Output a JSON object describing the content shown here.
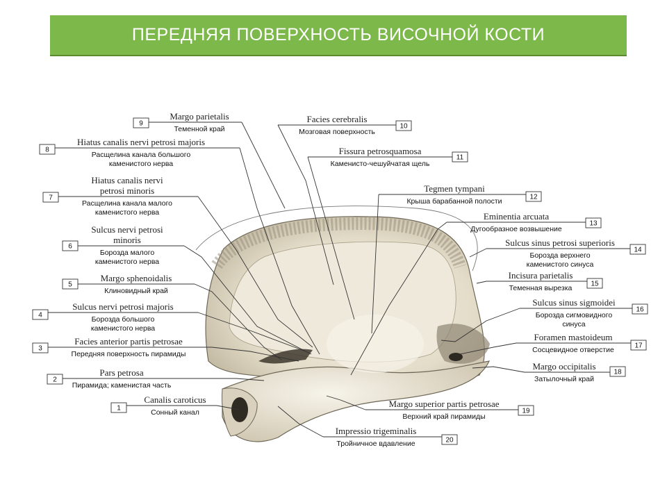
{
  "title": "ПЕРЕДНЯЯ ПОВЕРХНОСТЬ ВИСОЧНОЙ КОСТИ",
  "labels": [
    {
      "num": "1",
      "latin": [
        "Canalis caroticus"
      ],
      "russian": [
        "Сонный канал"
      ]
    },
    {
      "num": "2",
      "latin": [
        "Pars petrosa"
      ],
      "russian": [
        "Пирамида; каменистая часть"
      ]
    },
    {
      "num": "3",
      "latin": [
        "Facies anterior partis petrosae"
      ],
      "russian": [
        "Передняя поверхность пирамиды"
      ]
    },
    {
      "num": "4",
      "latin": [
        "Sulcus nervi petrosi majoris"
      ],
      "russian": [
        "Борозда большого",
        "каменистого нерва"
      ]
    },
    {
      "num": "5",
      "latin": [
        "Margo sphenoidalis"
      ],
      "russian": [
        "Клиновидный край"
      ]
    },
    {
      "num": "6",
      "latin": [
        "Sulcus nervi petrosi",
        "minoris"
      ],
      "russian": [
        "Борозда малого",
        "каменистого нерва"
      ]
    },
    {
      "num": "7",
      "latin": [
        "Hiatus canalis nervi",
        "petrosi minoris"
      ],
      "russian": [
        "Расщелина канала малого",
        "каменистого нерва"
      ]
    },
    {
      "num": "8",
      "latin": [
        "Hiatus canalis nervi petrosi majoris"
      ],
      "russian": [
        "Расщелина канала большого",
        "каменистого нерва"
      ]
    },
    {
      "num": "9",
      "latin": [
        "Margo parietalis"
      ],
      "russian": [
        "Теменной край"
      ]
    },
    {
      "num": "10",
      "latin": [
        "Facies cerebralis"
      ],
      "russian": [
        "Мозговая поверхность"
      ]
    },
    {
      "num": "11",
      "latin": [
        "Fissura petrosquamosa"
      ],
      "russian": [
        "Каменисто-чешуйчатая щель"
      ]
    },
    {
      "num": "12",
      "latin": [
        "Tegmen tympani"
      ],
      "russian": [
        "Крыша барабанной полости"
      ]
    },
    {
      "num": "13",
      "latin": [
        "Eminentia arcuata"
      ],
      "russian": [
        "Дугообразное возвышение"
      ]
    },
    {
      "num": "14",
      "latin": [
        "Sulcus sinus petrosi superioris"
      ],
      "russian": [
        "Борозда верхнего",
        "каменистого синуса"
      ]
    },
    {
      "num": "15",
      "latin": [
        "Incisura parietalis"
      ],
      "russian": [
        "Теменная вырезка"
      ]
    },
    {
      "num": "16",
      "latin": [
        "Sulcus sinus sigmoidei"
      ],
      "russian": [
        "Борозда сигмовидного",
        "синуса"
      ]
    },
    {
      "num": "17",
      "latin": [
        "Foramen mastoideum"
      ],
      "russian": [
        "Сосцевидное отверстие"
      ]
    },
    {
      "num": "18",
      "latin": [
        "Margo occipitalis"
      ],
      "russian": [
        "Затылочный край"
      ]
    },
    {
      "num": "19",
      "latin": [
        "Margo superior partis petrosae"
      ],
      "russian": [
        "Верхний край пирамиды"
      ]
    },
    {
      "num": "20",
      "latin": [
        "Impressio trigeminalis"
      ],
      "russian": [
        "Тройничное вдавление"
      ]
    }
  ]
}
